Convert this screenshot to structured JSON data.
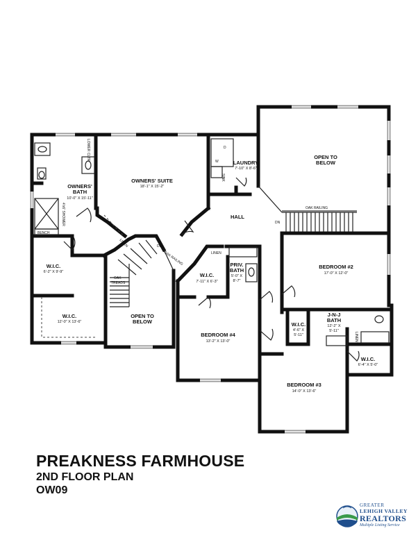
{
  "title_block": {
    "name": "PREAKNESS FARMHOUSE",
    "plan": "2ND FLOOR PLAN",
    "code": "OW09"
  },
  "rooms": {
    "owners_suite": {
      "name": "OWNERS' SUITE",
      "dim": "18'-1\" X 15'-2\""
    },
    "owners_bath": {
      "name": "OWNERS'",
      "name2": "BATH",
      "dim": "10'-0\" X 15'-11\""
    },
    "wic_owner": {
      "name": "W.I.C.",
      "dim": "6'-2\" X 9'-9\""
    },
    "wic_owner2": {
      "name": "W.I.C.",
      "dim": "12'-0\" X 13'-6\""
    },
    "laundry": {
      "name": "LAUNDRY",
      "dim": "7'-10\" X 8'-6\""
    },
    "open_below_top": {
      "name": "OPEN TO",
      "name2": "BELOW"
    },
    "open_below_left": {
      "name": "OPEN TO",
      "name2": "BELOW"
    },
    "hall": {
      "name": "HALL"
    },
    "bedroom2": {
      "name": "BEDROOM #2",
      "dim": "17'-0\" X 12'-0\""
    },
    "bedroom3": {
      "name": "BEDROOM #3",
      "dim": "14'-0\" X 13'-6\""
    },
    "bedroom4": {
      "name": "BEDROOM #4",
      "dim": "13'-2\" X 13'-0\""
    },
    "wic_b4": {
      "name": "W.I.C.",
      "dim": "7'-11\" X 6'-3\""
    },
    "priv_bath": {
      "name": "PRIV.",
      "name2": "BATH",
      "dim": "5'-0\" X",
      "dim2": "8'-7\""
    },
    "wic_b2": {
      "name": "W.I.C.",
      "dim": "4'-6\" X",
      "dim2": "5'-11\""
    },
    "jnj_bath": {
      "name": "J-N-J",
      "name2": "BATH",
      "dim": "12'-2\" X",
      "dim2": "5'-11\""
    },
    "wic_b3": {
      "name": "W.I.C.",
      "dim": "6'-4\" X 5'-0\""
    }
  },
  "labels": {
    "lower_cltr": "LOWER CLTR",
    "shower": "4'x6' SHOWER",
    "bench": "BENCH",
    "linen1": "LINEN",
    "linen2": "LINEN",
    "linen3": "LINEN",
    "dn1": "DN",
    "dn2": "DN",
    "oak_railing1": "OAK RAILING",
    "oak_railing2": "OAK RAILING",
    "oak_treads": "OAK",
    "oak_treads2": "TREADS",
    "sink": "SINK",
    "washer": "W",
    "dryer": "D"
  },
  "logo": {
    "line1": "GREATER",
    "line2": "LEHIGH VALLEY",
    "line3": "REALTORS",
    "line4": "Multiple Listing Service",
    "colors": {
      "primary": "#1f4e8c",
      "accent": "#3a9a4a"
    }
  }
}
